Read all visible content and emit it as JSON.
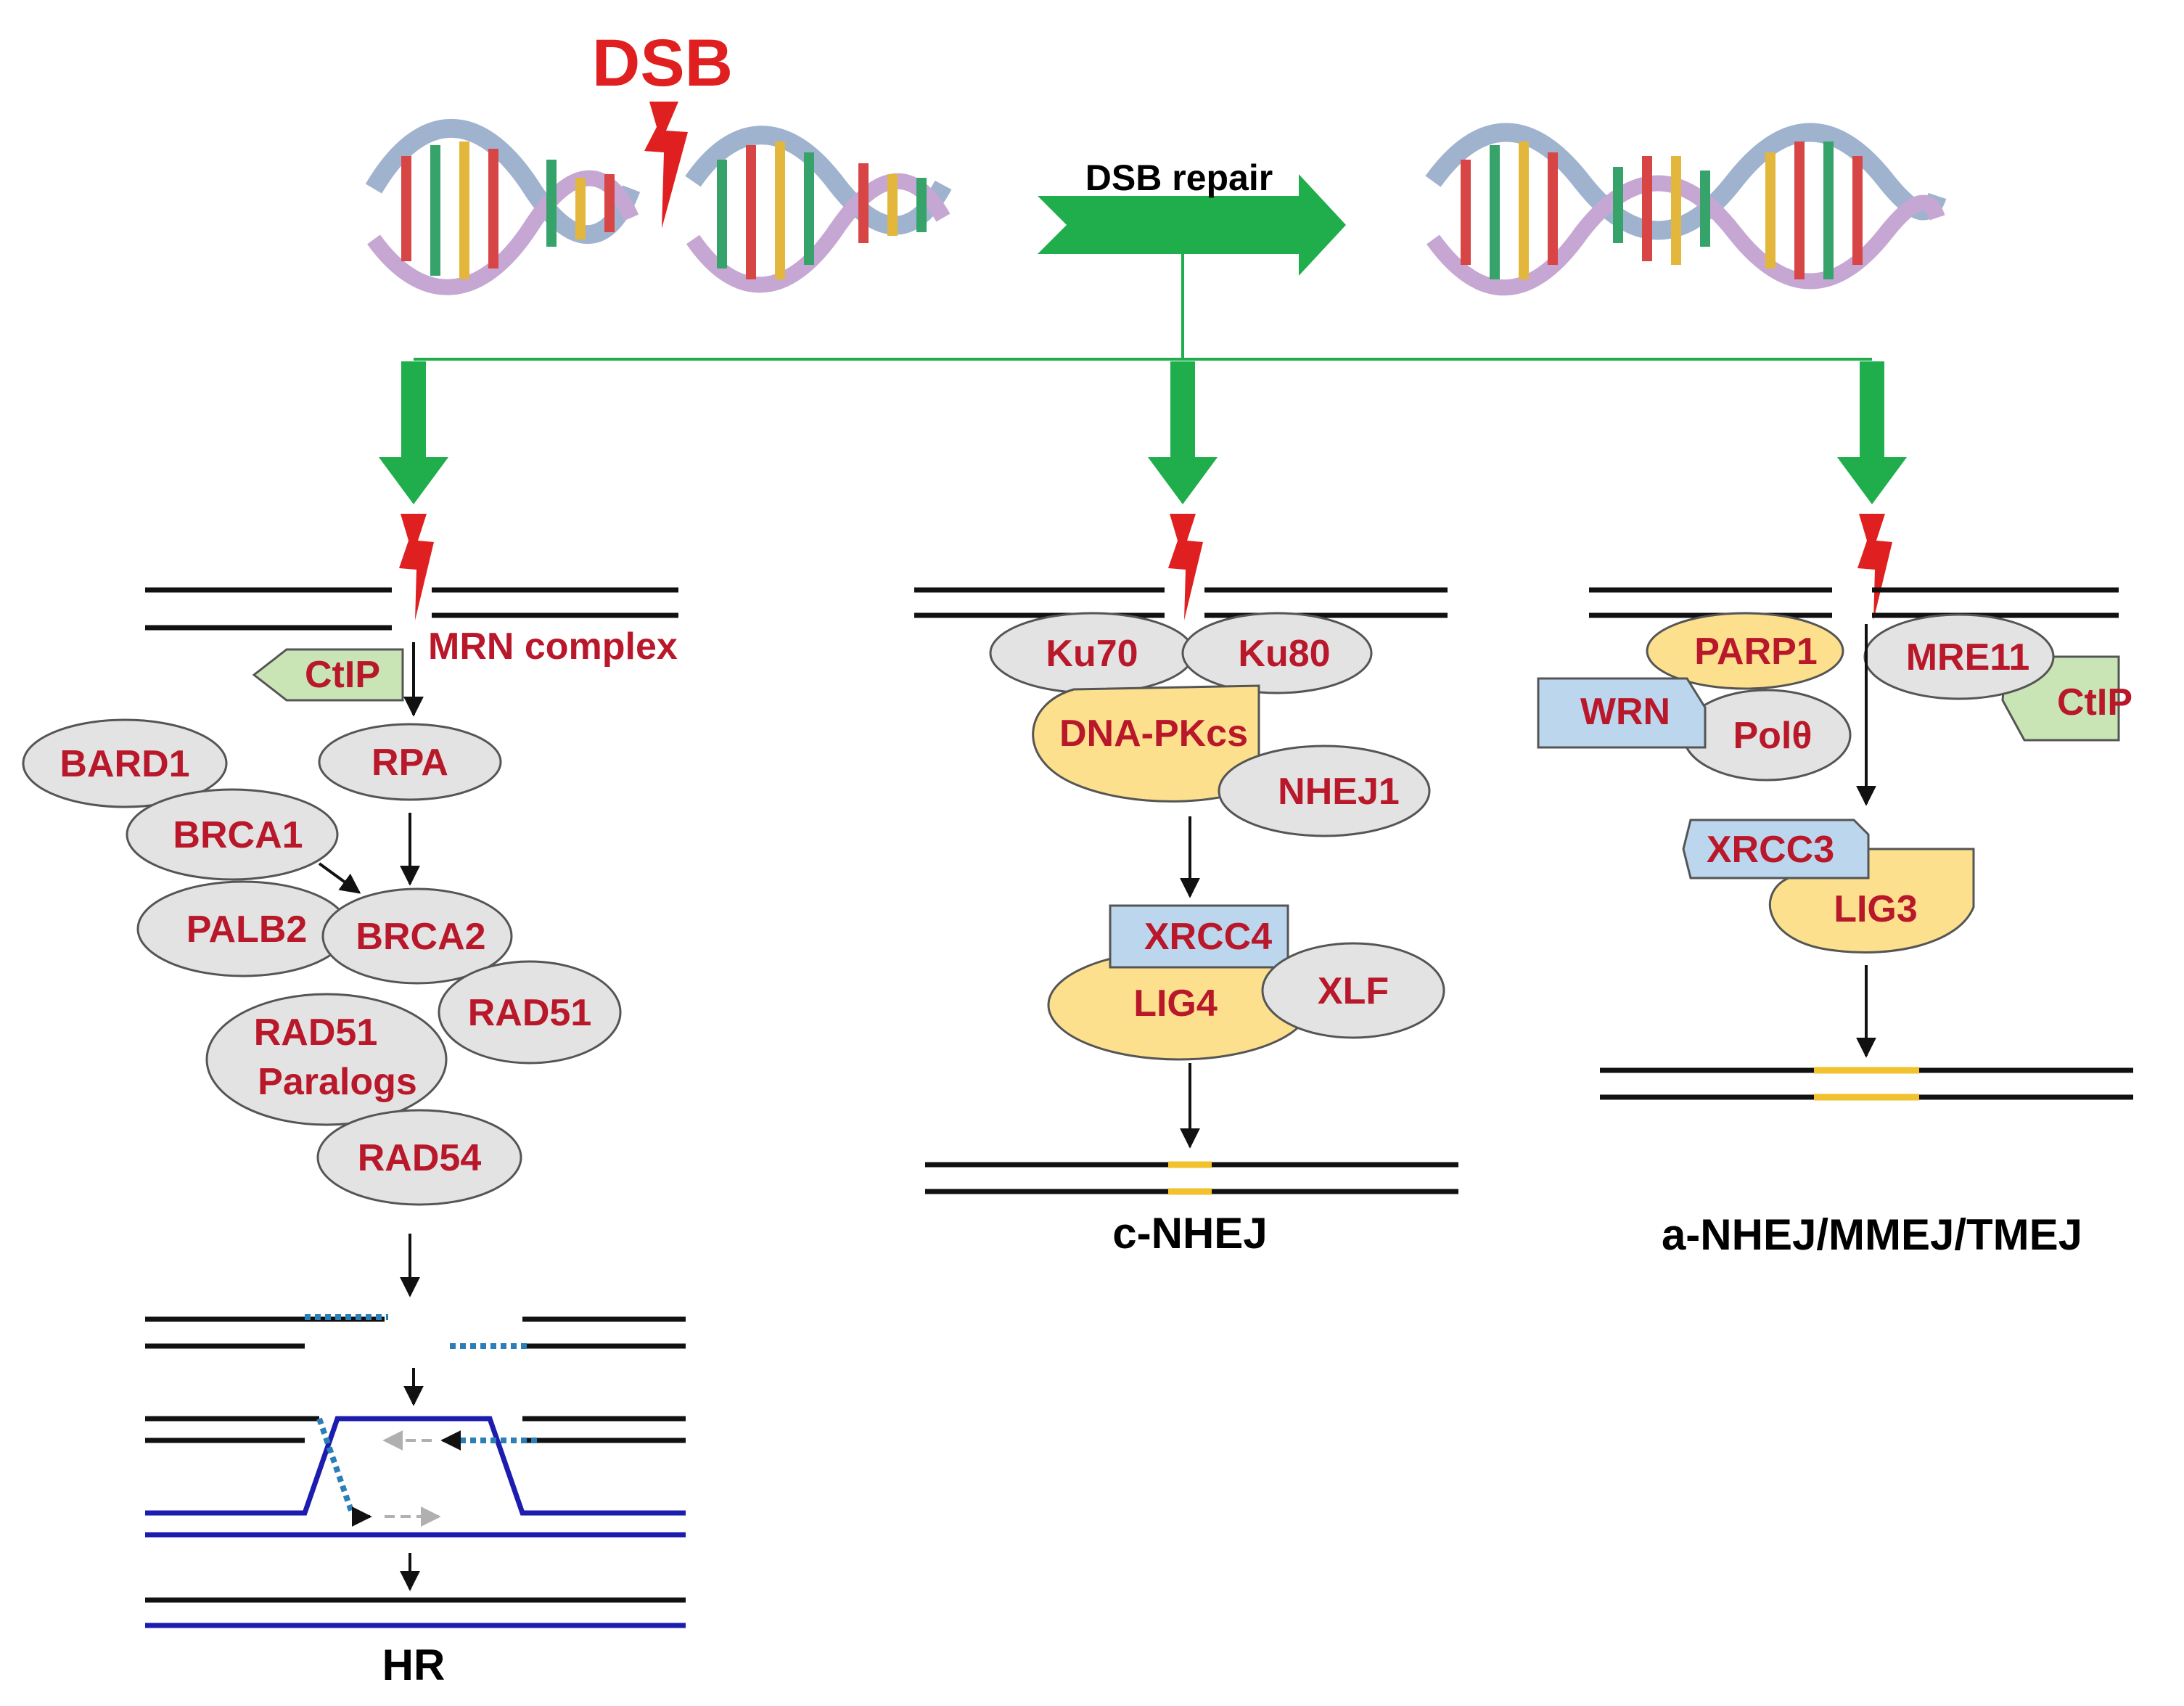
{
  "title": "DSB",
  "repair_label": "DSB repair",
  "pathways": [
    {
      "name": "HR",
      "proteins": [
        "MRN complex",
        "CtIP",
        "RPA",
        "BARD1",
        "BRCA1",
        "PALB2",
        "BRCA2",
        "RAD51",
        "RAD51",
        "Paralogs",
        "RAD54"
      ]
    },
    {
      "name": "c-NHEJ",
      "proteins": [
        "Ku70",
        "Ku80",
        "DNA-PKcs",
        "NHEJ1",
        "XRCC4",
        "LIG4",
        "XLF"
      ]
    },
    {
      "name": "a-NHEJ/MMEJ/TMEJ",
      "proteins": [
        "PARP1",
        "MRE11",
        "WRN",
        "Polθ",
        "CtIP",
        "XRCC3",
        "LIG3"
      ]
    }
  ],
  "colors": {
    "title_red": "#e02020",
    "protein_text": "#b8182a",
    "arrow_green": "#1fae4b",
    "grey_oval": "#e3e3e3",
    "yellow_oval": "#fce08e",
    "blue_box": "#bcd6ee",
    "green_box": "#c9e5b5",
    "ligation_yellow": "#f2c12e",
    "homolog_blue": "#1c1cae"
  }
}
